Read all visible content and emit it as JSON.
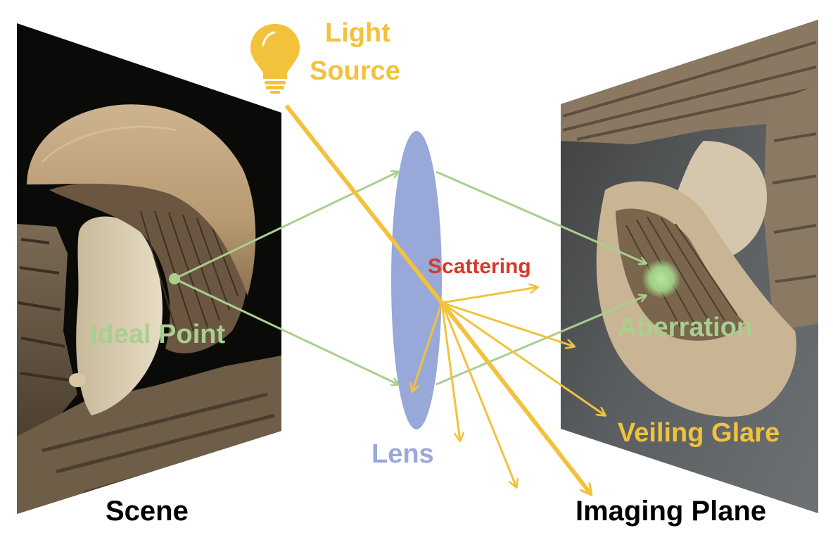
{
  "labels": {
    "light_source_line1": "Light",
    "light_source_line2": "Source",
    "scattering": "Scattering",
    "ideal_point": "Ideal Point",
    "aberration": "Aberration",
    "lens": "Lens",
    "veiling_glare": "Veiling Glare",
    "scene": "Scene",
    "imaging_plane": "Imaging Plane"
  },
  "colors": {
    "light": "#f2c23c",
    "ray_green": "#a9cf8f",
    "lens": "#98a8d8",
    "scattering_text": "#d9382a",
    "label_black": "#000000"
  },
  "icons": {
    "light_source": "lightbulb-icon"
  }
}
